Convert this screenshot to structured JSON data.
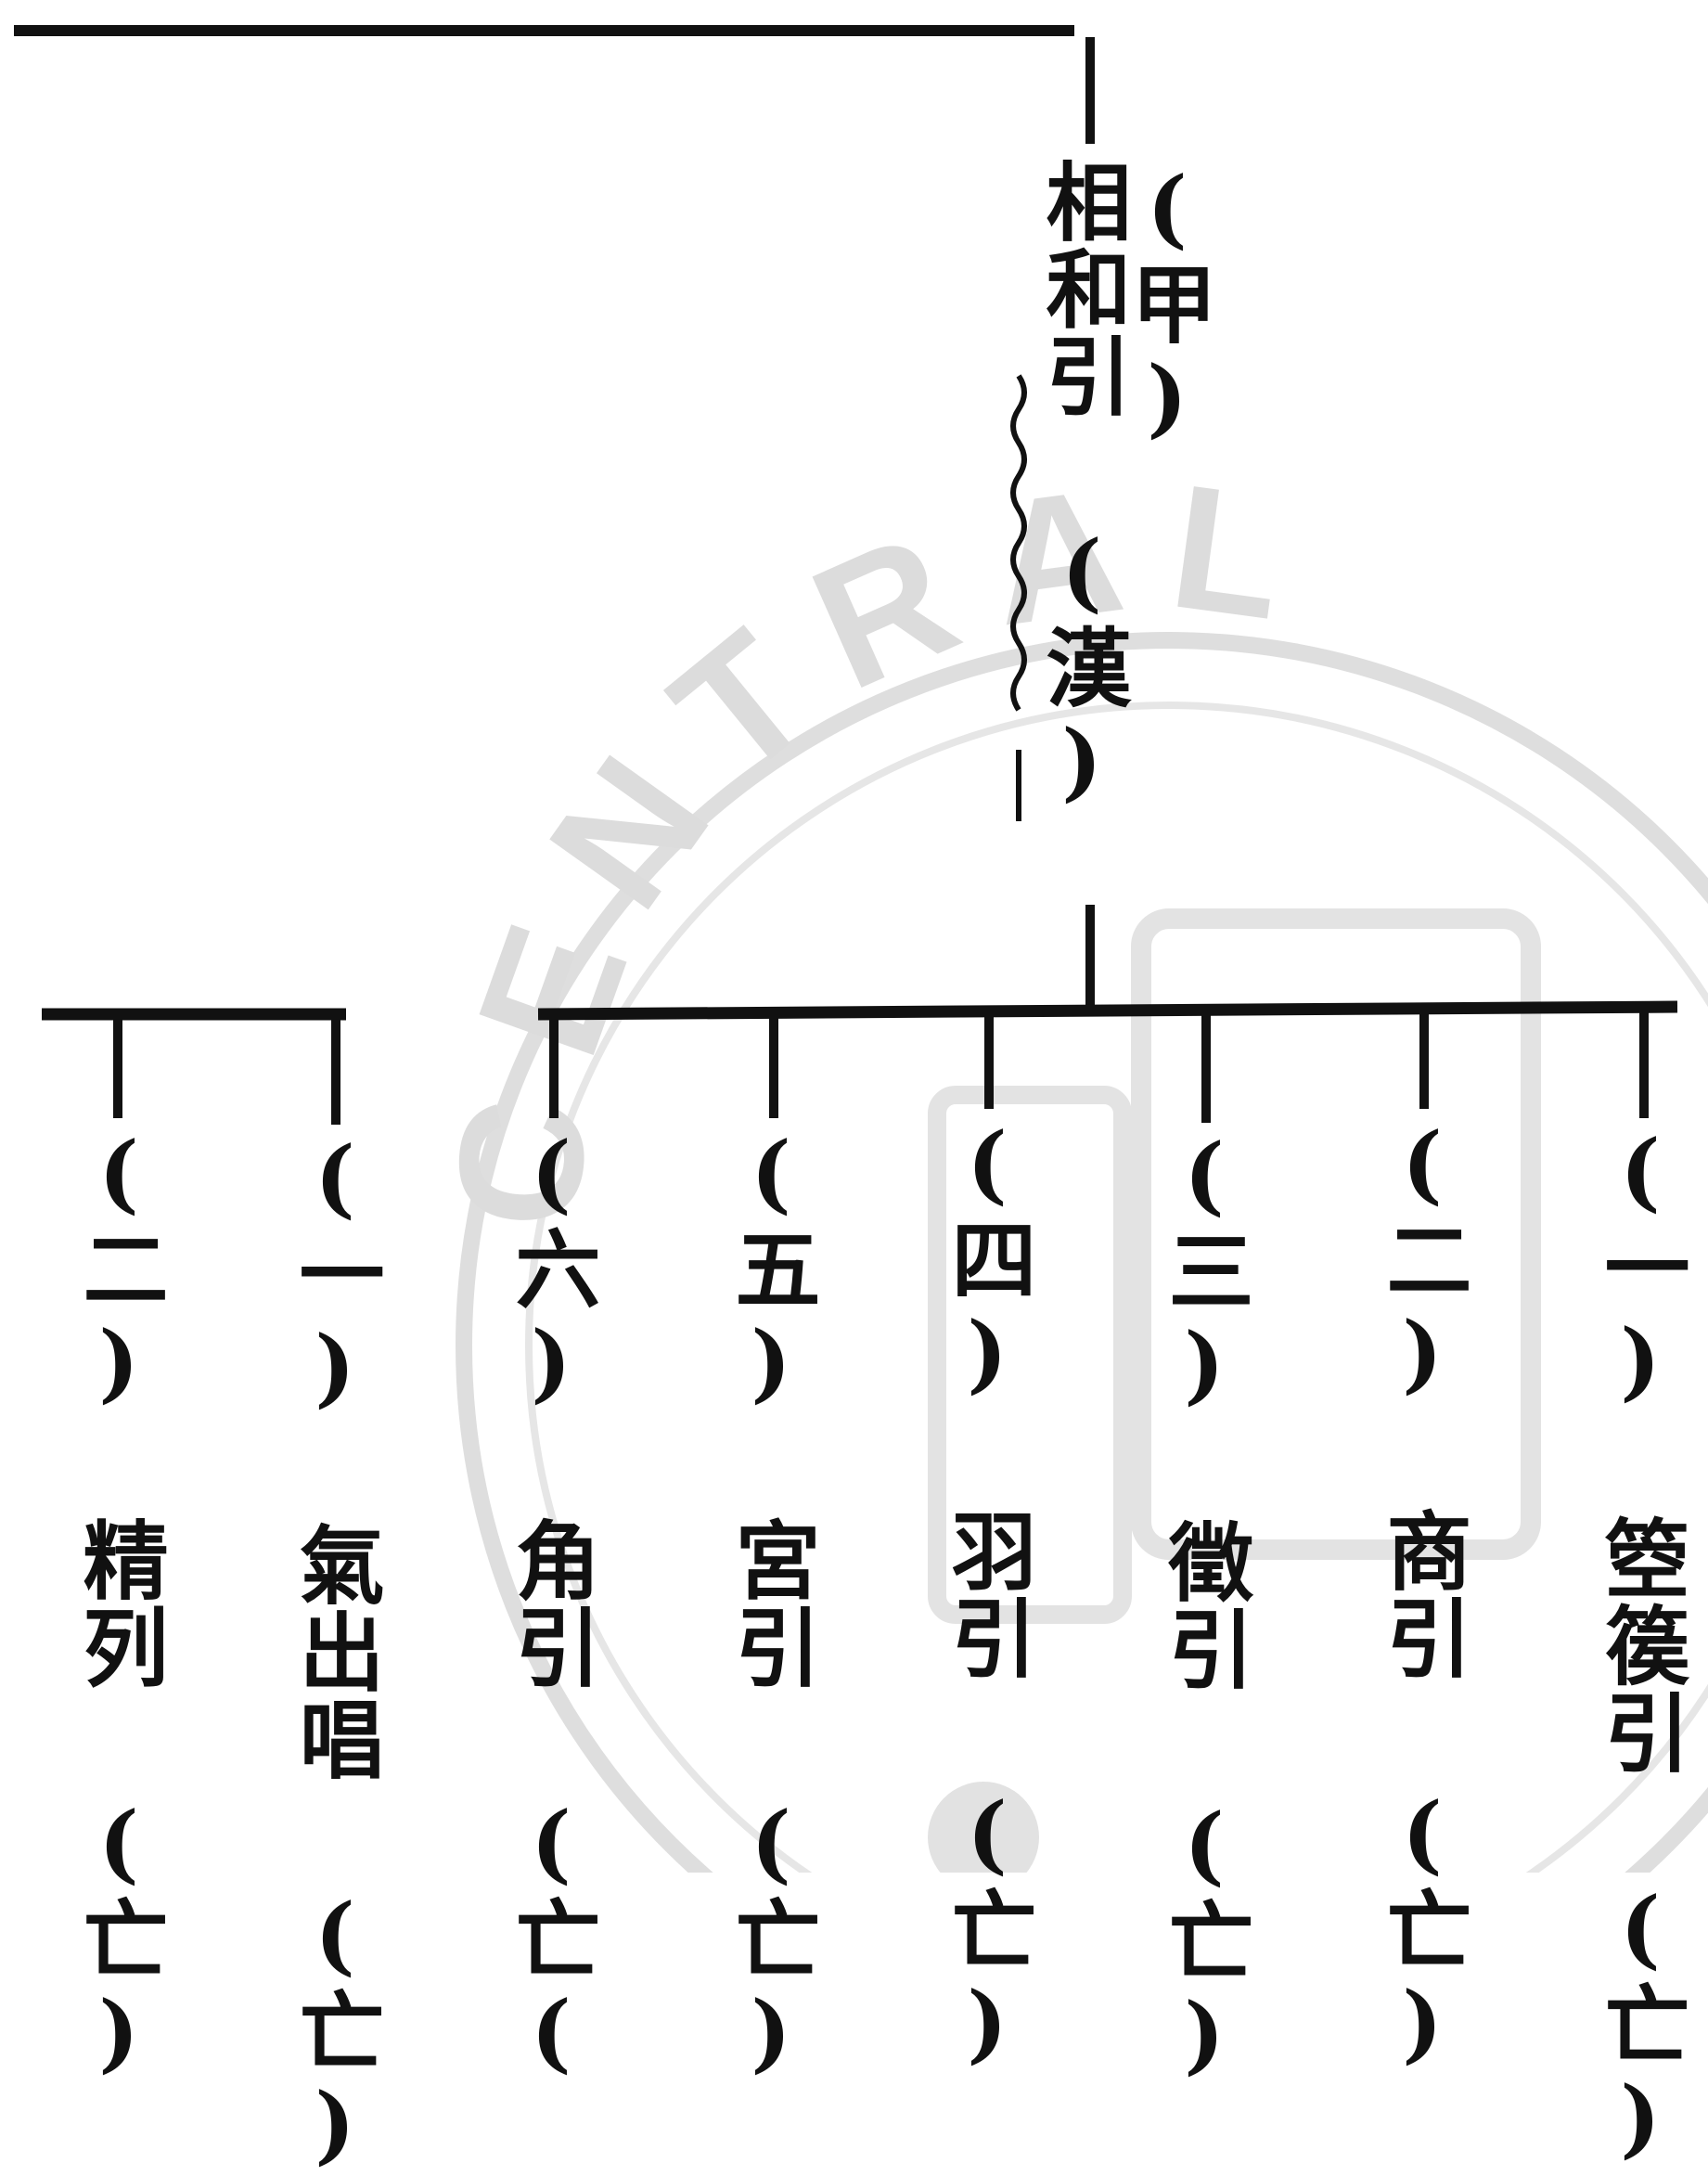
{
  "watermark": {
    "text": "CENTRAL",
    "color": "#d9d9d9"
  },
  "root": {
    "number": "(甲)",
    "title": "相和引",
    "dynasty": "(漢)"
  },
  "left_group": [
    {
      "number": "(二)",
      "title": "精列",
      "status": "(亡)"
    },
    {
      "number": "(一)",
      "title": "氣出唱",
      "status": "(亡)"
    }
  ],
  "right_group": [
    {
      "number": "(六)",
      "title": "角引",
      "status": "(亡("
    },
    {
      "number": "(五)",
      "title": "宮引",
      "status": "(亡)"
    },
    {
      "number": "(四)",
      "title": "羽引",
      "status": "(亡)"
    },
    {
      "number": "(三)",
      "title": "徵引",
      "status": "(亡)"
    },
    {
      "number": "(二)",
      "title": "商引",
      "status": "(亡)"
    },
    {
      "number": "(一)",
      "title": "箜篌引",
      "status": "(亡)"
    }
  ]
}
